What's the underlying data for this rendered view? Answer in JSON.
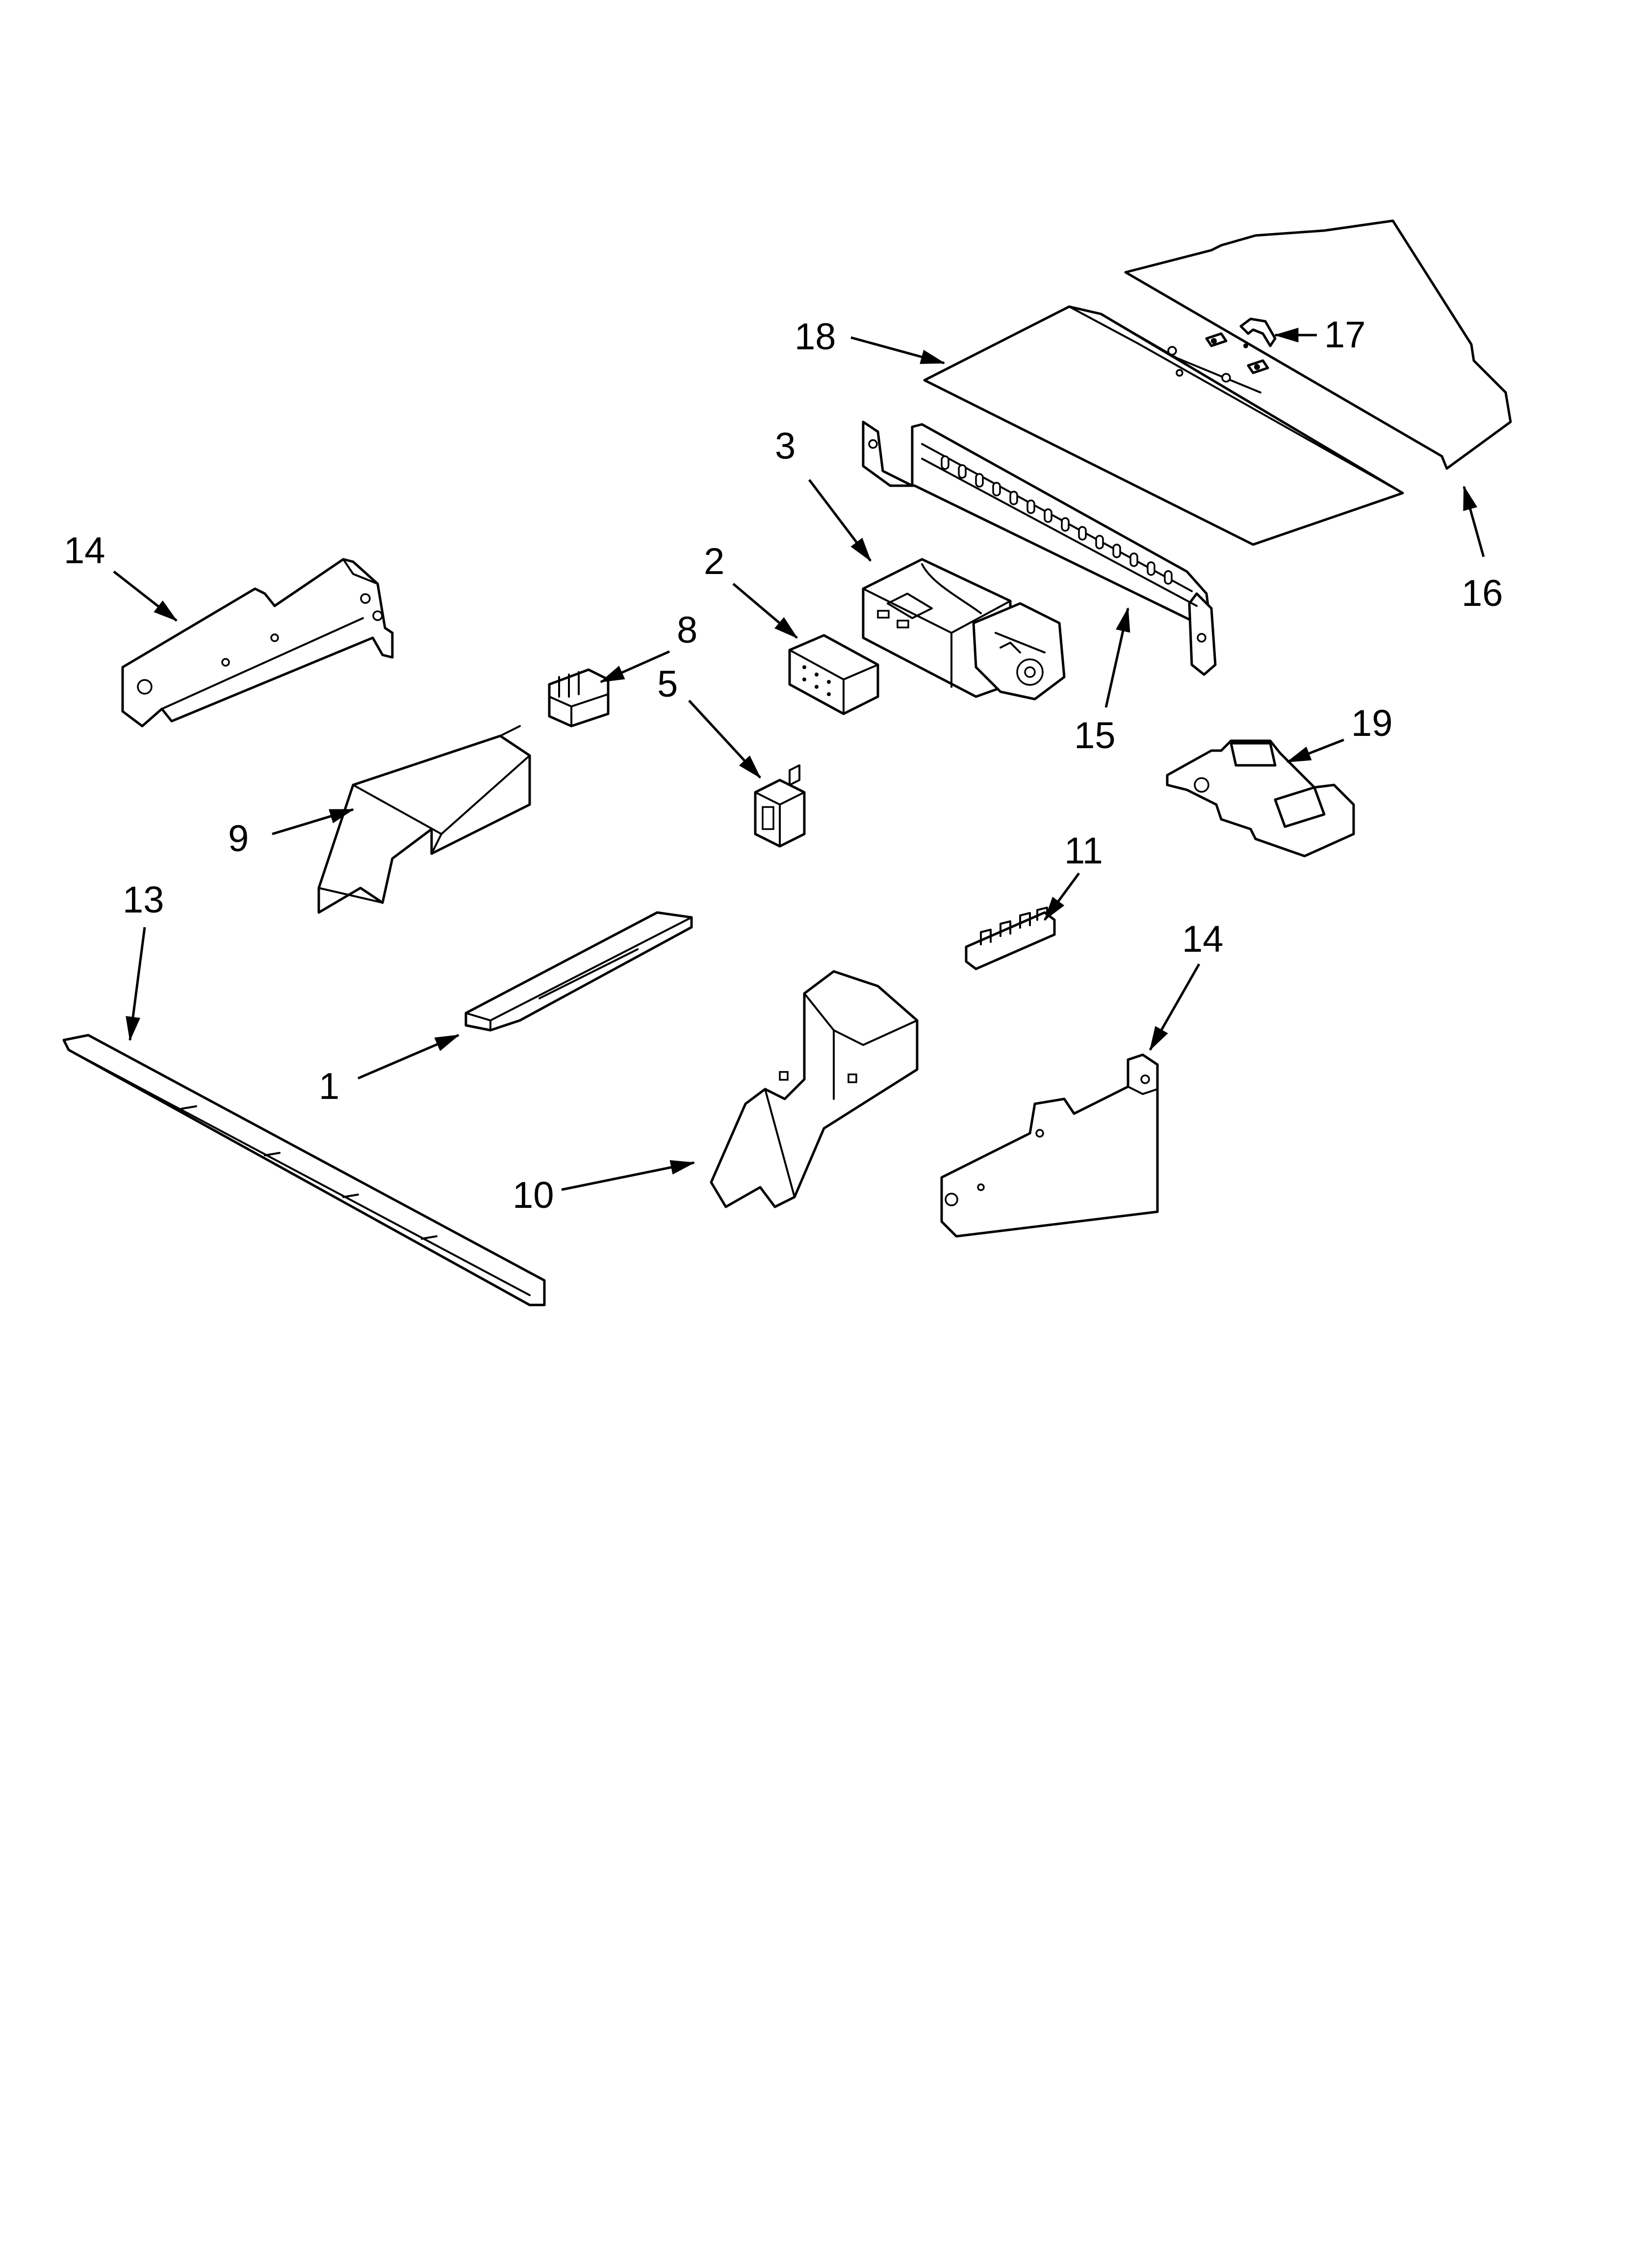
{
  "diagram": {
    "callouts": {
      "c1": "1",
      "c2": "2",
      "c3": "3",
      "c5": "5",
      "c8": "8",
      "c9": "9",
      "c10": "10",
      "c11": "11",
      "c13": "13",
      "c14a": "14",
      "c14b": "14",
      "c15": "15",
      "c16": "16",
      "c17": "17",
      "c18": "18",
      "c19": "19"
    },
    "colors": {
      "line": "#000000",
      "background": "#ffffff"
    }
  }
}
